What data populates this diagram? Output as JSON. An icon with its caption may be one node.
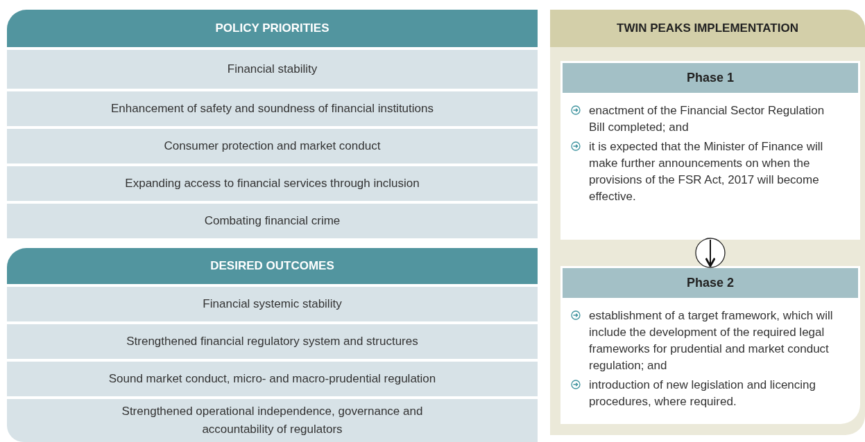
{
  "diagram": {
    "nodes": [
      {
        "text": [
          "POLICY PRIORITIES"
        ]
      },
      {
        "text": [
          "Financial stability"
        ]
      },
      {
        "text": [
          "Enhancement of safety and soundness of financial institutions"
        ]
      },
      {
        "text": [
          "Consumer protection and market conduct"
        ]
      },
      {
        "text": [
          "Expanding access to financial services through inclusion"
        ]
      },
      {
        "text": [
          "Combating financial crime"
        ]
      },
      {
        "text": [
          "DESIRED OUTCOMES"
        ]
      },
      {
        "text": [
          "Financial systemic stability"
        ]
      },
      {
        "text": [
          "Strengthened financial regulatory system and structures"
        ]
      },
      {
        "text": [
          "Sound market conduct, micro- and macro-prudential regulation"
        ]
      },
      {
        "text": [
          "Strengthened operational independence, governance and accountability of regulators"
        ]
      },
      {
        "text": [
          "TWIN PEAKS IMPLEMENTATION"
        ]
      },
      {
        "text": [
          "Phase 1",
          "enactment of the Financial Sector Regulation Bill completed; and",
          "it is expected that the Minister of Finance will make further announcements on when the provisions of the FSR Act, 2017 will become effective."
        ],
        "in": 11
      },
      {
        "text": [
          "Phase 2",
          "establishment of a target framework, which will include the development of the required legal frameworks for prudential and market conduct regulation; and",
          "introduction of new legislation and licencing procedures, where required."
        ],
        "in": 11
      }
    ],
    "edges": [
      {
        "from": 12,
        "to": 13,
        "arrow": "to"
      }
    ]
  }
}
